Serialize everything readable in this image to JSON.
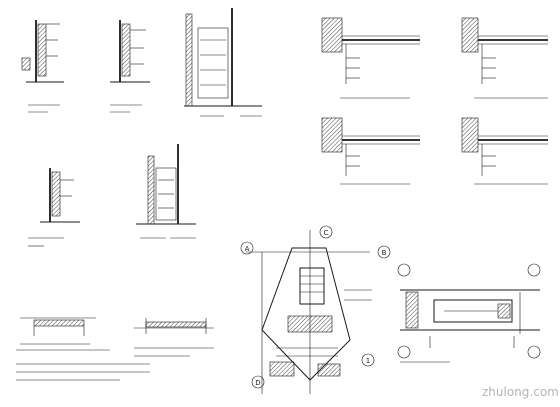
{
  "watermark": "zhulong.com",
  "colors": {
    "line": "#1a1a1a",
    "paper": "#ffffff"
  },
  "axis_labels": {
    "a": "A",
    "b": "B",
    "c": "C",
    "d": "D",
    "one": "1"
  }
}
